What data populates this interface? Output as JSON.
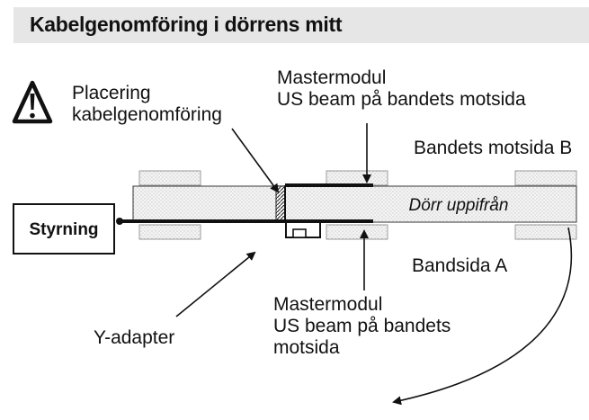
{
  "header": {
    "title": "Kabelgenomföring i dörrens mitt"
  },
  "icons": {
    "warning": "warning-triangle-icon"
  },
  "labels": {
    "placering_line1": "Placering",
    "placering_line2": "kabelgenomföring",
    "master_top_line1": "Mastermodul",
    "master_top_line2": "US beam på bandets motsida",
    "bandets_motsida": "Bandets motsida B",
    "dorr": "Dörr uppifrån",
    "styrning": "Styrning",
    "bandsida": "Bandsida A",
    "master_bottom_line1": "Mastermodul",
    "master_bottom_line2": "US beam på bandets",
    "master_bottom_line3": "motsida",
    "yadapter": "Y-adapter"
  }
}
